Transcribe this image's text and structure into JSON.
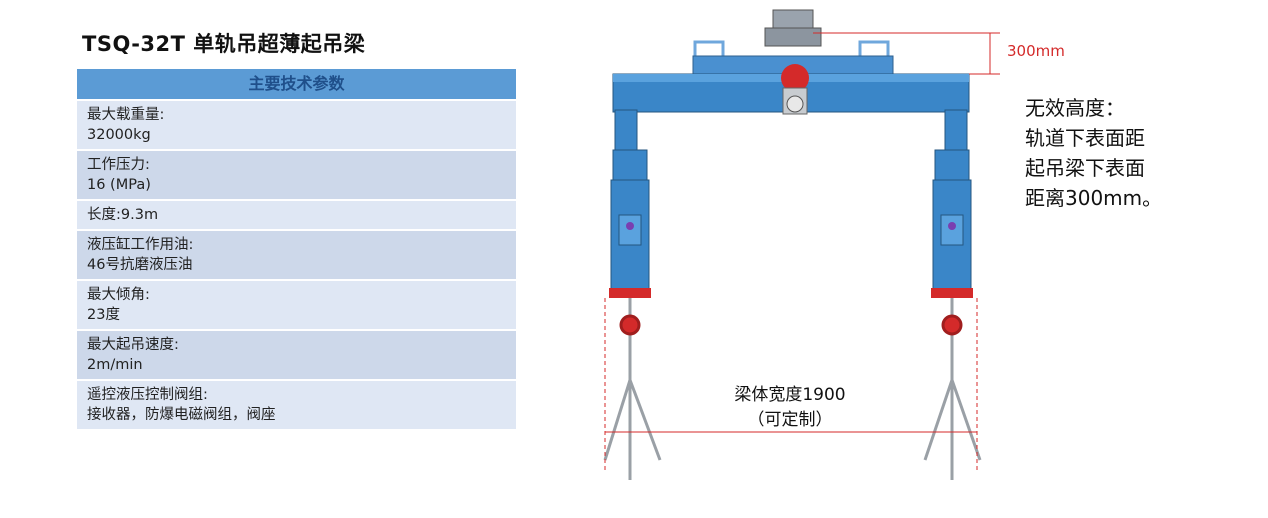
{
  "title": "TSQ-32T 单轨吊超薄起吊梁",
  "table": {
    "header": "主要技术参数",
    "rows": [
      {
        "label": "最大载重量:",
        "value": "32000kg"
      },
      {
        "label": "工作压力:",
        "value": "16 (MPa)"
      },
      {
        "label": "长度:9.3m",
        "value": ""
      },
      {
        "label": "液压缸工作用油:",
        "value": "46号抗磨液压油"
      },
      {
        "label": "最大倾角:",
        "value": "23度"
      },
      {
        "label": "最大起吊速度:",
        "value": "2m/min"
      },
      {
        "label": "遥控液压控制阀组:",
        "value": "接收器，防爆电磁阀组，阀座"
      }
    ]
  },
  "diagram": {
    "dimension_top": "300mm",
    "width_label_line1": "梁体宽度1900",
    "width_label_line2": "（可定制）"
  },
  "note": {
    "line1": "无效高度：",
    "line2": "轨道下表面距",
    "line3": "起吊梁下表面",
    "line4": "距离300mm。"
  },
  "colors": {
    "table_header": "#5b9bd5",
    "row_light": "#dfe7f4",
    "row_dark": "#cdd8ea",
    "beam_blue": "#3a86c8",
    "dimension_red": "#d42a2a"
  }
}
